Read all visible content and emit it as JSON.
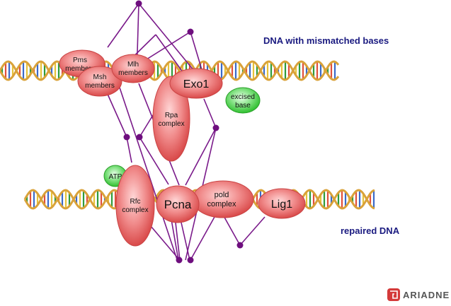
{
  "labels": {
    "top_strand": "DNA with mismatched bases",
    "bottom_strand": "repaired DNA"
  },
  "nodes": {
    "pms": [
      "Pms",
      "members"
    ],
    "msh": [
      "Msh",
      "members"
    ],
    "mlh": [
      "Mlh",
      "members"
    ],
    "exo1": [
      "Exo1"
    ],
    "rpa": [
      "Rpa",
      "complex"
    ],
    "excised_base": [
      "excised",
      "base"
    ],
    "atp": [
      "ATP"
    ],
    "rfc": [
      "Rfc",
      "complex"
    ],
    "pcna": [
      "Pcna"
    ],
    "pold": [
      "pold",
      "complex"
    ],
    "lig1": [
      "Lig1"
    ]
  },
  "logo": {
    "text": "ARIADNE"
  },
  "colors": {
    "protein_fill": "#e86a6a",
    "protein_highlight": "#ffd6d6",
    "small_molecule_fill": "#3ecf3e",
    "small_molecule_highlight": "#d8ffd8",
    "edge": "#7a1a8a",
    "junction": "#6e0e7e",
    "label": "#1a1a80",
    "dna_strand": "#d9a23a",
    "dna_rungs": [
      "#2f9a3a",
      "#e0503a",
      "#3a6ac8",
      "#e6c23a"
    ]
  }
}
